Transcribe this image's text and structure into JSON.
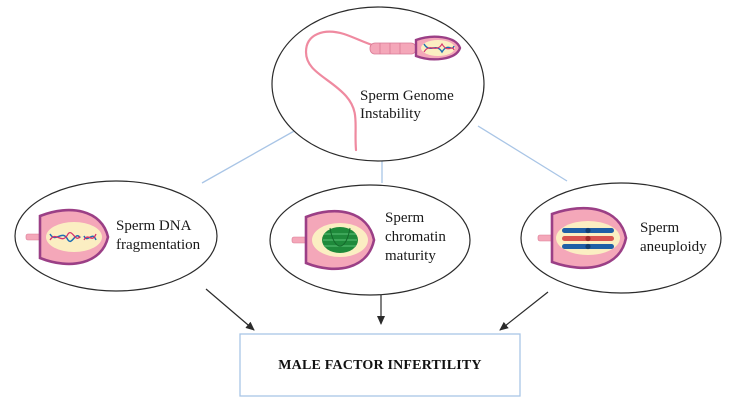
{
  "nodes": {
    "genome": {
      "label_lines": [
        "Sperm Genome",
        "Instability"
      ]
    },
    "dna": {
      "label_lines": [
        "Sperm DNA",
        "fragmentation"
      ]
    },
    "chromatin": {
      "label_lines": [
        "Sperm",
        "chromatin",
        "maturity"
      ]
    },
    "aneuploidy": {
      "label_lines": [
        "Sperm",
        "aneuploidy"
      ]
    }
  },
  "result": {
    "label": "MALE FACTOR INFERTILITY"
  },
  "colors": {
    "ellipse_fill": "#ffffff",
    "ellipse_stroke": "#2b2b2b",
    "connector_line": "#a9c5e6",
    "arrow": "#2b2b2b",
    "result_box_stroke": "#a9c5e6",
    "sperm_head_outer": "#9b3f86",
    "sperm_head_pink": "#f4a7b9",
    "sperm_head_inner": "#fbeec2",
    "sperm_tail": "#ef8aa0",
    "dna_strand_1": "#1f6fb2",
    "dna_strand_2": "#d6336c",
    "chromatin_green": "#1f8a3b",
    "chromosome_blue": "#1f5fa6",
    "chromosome_red": "#d9534f"
  }
}
